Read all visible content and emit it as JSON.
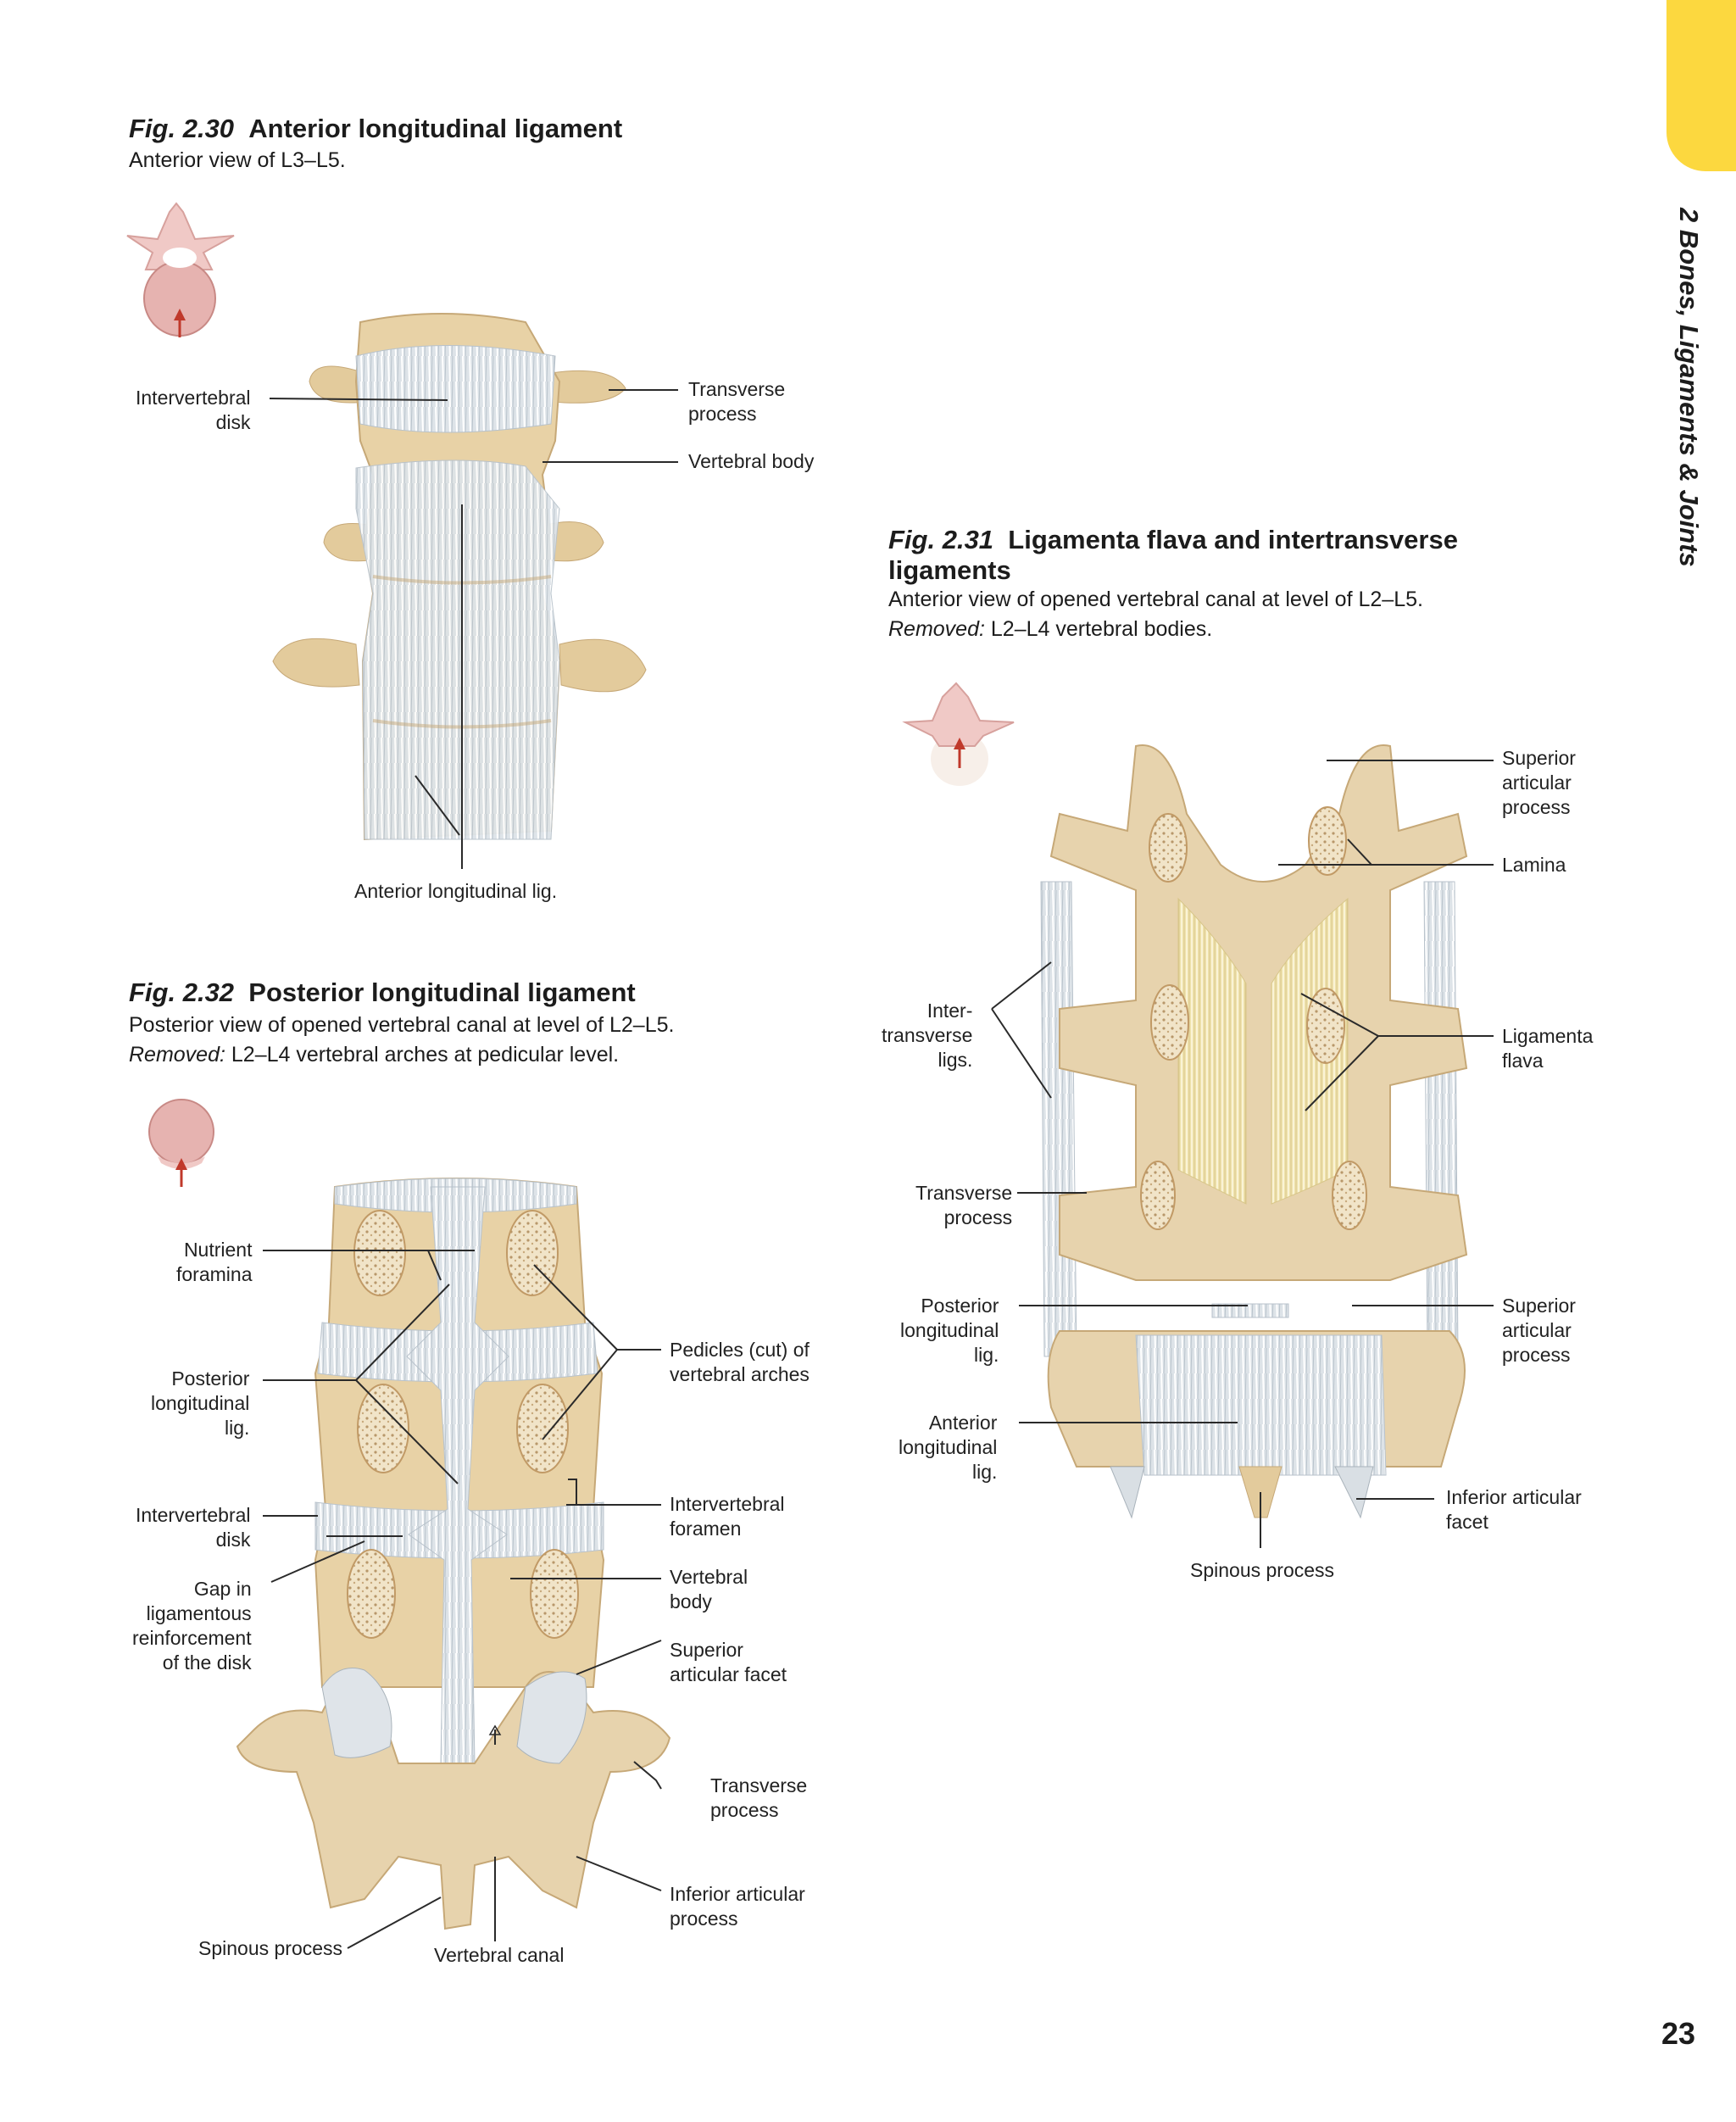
{
  "side_tab": {
    "title": "2 Bones, Ligaments & Joints"
  },
  "page_number": "23",
  "fig230": {
    "number": "Fig. 2.30",
    "title": "Anterior longitudinal ligament",
    "subtitle": "Anterior view of L3–L5.",
    "labels": {
      "intervertebral_disk": "Intervertebral\ndisk",
      "transverse_process": "Transverse\nprocess",
      "vertebral_body": "Vertebral  body",
      "anterior_longitudinal_lig": "Anterior longitudinal lig."
    }
  },
  "fig231": {
    "number": "Fig. 2.31",
    "title": "Ligamenta flava and intertransverse\nligaments",
    "subtitle": "Anterior view of opened vertebral canal at level of L2–L5.",
    "removed_label": "Removed:",
    "removed_text": " L2–L4 vertebral bodies.",
    "labels": {
      "superior_articular_process_top": "Superior\narticular\nprocess",
      "lamina": "Lamina",
      "ligamenta_flava": "Ligamenta\nflava",
      "intertransverse_ligs": "Inter-\ntransverse\nligs.",
      "transverse_process": "Transverse\nprocess",
      "posterior_longitudinal_lig": "Posterior\nlongitudinal\nlig.",
      "superior_articular_process_low": "Superior\narticular\nprocess",
      "anterior_longitudinal_lig": "Anterior\nlongitudinal\nlig.",
      "inferior_articular_facet": "Inferior articular\nfacet",
      "spinous_process": "Spinous process"
    }
  },
  "fig232": {
    "number": "Fig. 2.32",
    "title": "Posterior longitudinal ligament",
    "subtitle": "Posterior view of opened vertebral canal at level of L2–L5.",
    "removed_label": "Removed:",
    "removed_text": " L2–L4 vertebral arches at pedicular level.",
    "labels": {
      "nutrient_foramina": "Nutrient\nforamina",
      "posterior_longitudinal_lig": "Posterior\nlongitudinal\nlig.",
      "intervertebral_disk": "Intervertebral\ndisk",
      "gap": "Gap in\nligamentous\nreinforcement\nof the disk",
      "pedicles": "Pedicles (cut) of\nvertebral arches",
      "intervertebral_foramen": "Intervertebral\nforamen",
      "vertebral_body": "Vertebral\nbody",
      "superior_articular_facet": "Superior\narticular facet",
      "transverse_process": "Transverse\nprocess",
      "inferior_articular_process": "Inferior articular\nprocess",
      "spinous_process": "Spinous process",
      "vertebral_canal": "Vertebral canal"
    }
  },
  "colors": {
    "tab_yellow": "#fcd83f",
    "bone": "#e7d3ad",
    "ligament": "#dfe4e9",
    "flava": "#eee1a9",
    "arrow": "#c0392b",
    "orient_icon": "#e6b3b0"
  }
}
